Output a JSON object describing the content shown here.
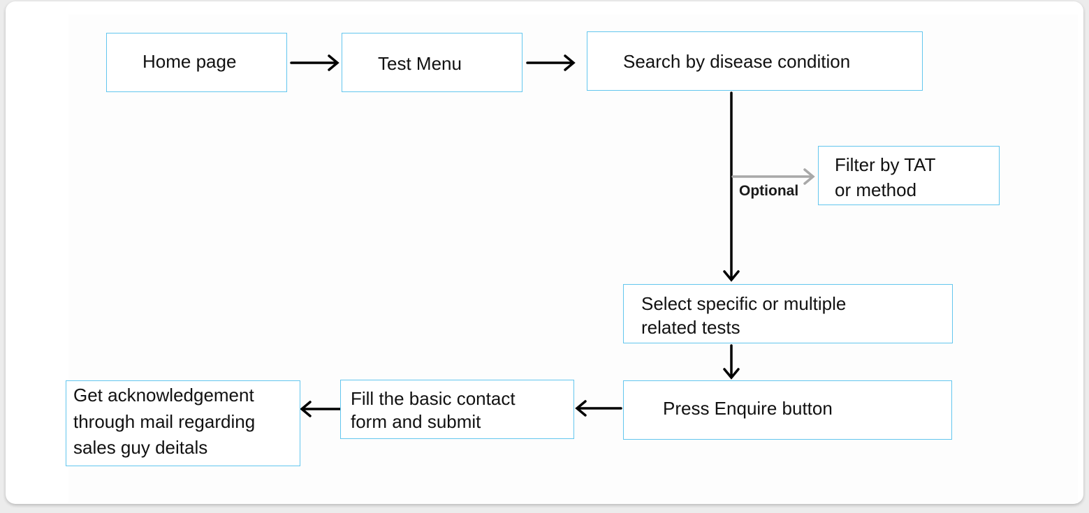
{
  "flowchart": {
    "nodes": {
      "home_page": "Home page",
      "test_menu": "Test Menu",
      "search": "Search by disease condition",
      "filter_line1": "Filter by TAT",
      "filter_line2": "or method",
      "select_line1": "Select specific or multiple",
      "select_line2": "related tests",
      "enquire": "Press Enquire button",
      "fill_line1": "Fill the basic contact",
      "fill_line2": "form and submit",
      "ack_line1": "Get acknowledgement",
      "ack_line2": "through mail regarding",
      "ack_line3": "sales guy deitals"
    },
    "optional_label": "Optional"
  },
  "colors": {
    "box_border": "#63c6ee",
    "arrow": "#000000",
    "optional_arrow": "#a8a8a8"
  }
}
